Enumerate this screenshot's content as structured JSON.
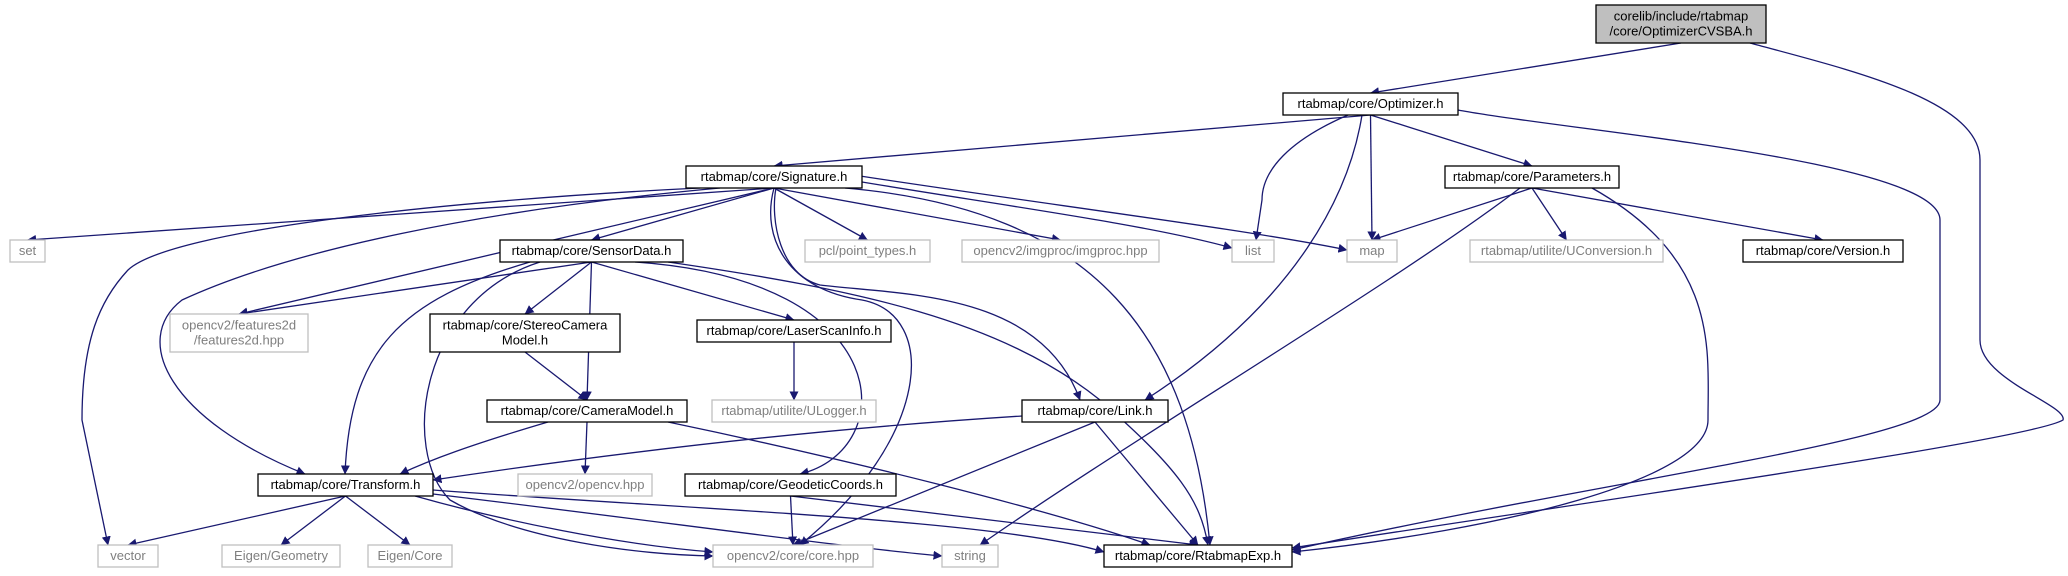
{
  "graph": {
    "colors": {
      "edge": "#191970",
      "root_fill": "#bfbfbf",
      "node_border": "#000000",
      "external_border": "#bfbfbf",
      "external_text": "#7f7f7f"
    },
    "nodes": [
      {
        "id": "root",
        "lines": [
          "corelib/include/rtabmap",
          "/core/OptimizerCVSBA.h"
        ],
        "kind": "root"
      },
      {
        "id": "optimizer",
        "lines": [
          "rtabmap/core/Optimizer.h"
        ],
        "kind": "internal"
      },
      {
        "id": "signature",
        "lines": [
          "rtabmap/core/Signature.h"
        ],
        "kind": "internal"
      },
      {
        "id": "parameters",
        "lines": [
          "rtabmap/core/Parameters.h"
        ],
        "kind": "internal"
      },
      {
        "id": "set",
        "lines": [
          "set"
        ],
        "kind": "external"
      },
      {
        "id": "sensordata",
        "lines": [
          "rtabmap/core/SensorData.h"
        ],
        "kind": "internal"
      },
      {
        "id": "pcl",
        "lines": [
          "pcl/point_types.h"
        ],
        "kind": "external"
      },
      {
        "id": "imgproc",
        "lines": [
          "opencv2/imgproc/imgproc.hpp"
        ],
        "kind": "external"
      },
      {
        "id": "list",
        "lines": [
          "list"
        ],
        "kind": "external"
      },
      {
        "id": "map",
        "lines": [
          "map"
        ],
        "kind": "external"
      },
      {
        "id": "uconversion",
        "lines": [
          "rtabmap/utilite/UConversion.h"
        ],
        "kind": "external"
      },
      {
        "id": "version",
        "lines": [
          "rtabmap/core/Version.h"
        ],
        "kind": "internal"
      },
      {
        "id": "features2d",
        "lines": [
          "opencv2/features2d",
          "/features2d.hpp"
        ],
        "kind": "external"
      },
      {
        "id": "stereocam",
        "lines": [
          "rtabmap/core/StereoCamera",
          "Model.h"
        ],
        "kind": "internal"
      },
      {
        "id": "laserscan",
        "lines": [
          "rtabmap/core/LaserScanInfo.h"
        ],
        "kind": "internal"
      },
      {
        "id": "ulogger",
        "lines": [
          "rtabmap/utilite/ULogger.h"
        ],
        "kind": "external"
      },
      {
        "id": "cameramodel",
        "lines": [
          "rtabmap/core/CameraModel.h"
        ],
        "kind": "internal"
      },
      {
        "id": "link",
        "lines": [
          "rtabmap/core/Link.h"
        ],
        "kind": "internal"
      },
      {
        "id": "transform",
        "lines": [
          "rtabmap/core/Transform.h"
        ],
        "kind": "internal"
      },
      {
        "id": "opencvhpp",
        "lines": [
          "opencv2/opencv.hpp"
        ],
        "kind": "external"
      },
      {
        "id": "geodetic",
        "lines": [
          "rtabmap/core/GeodeticCoords.h"
        ],
        "kind": "internal"
      },
      {
        "id": "vector",
        "lines": [
          "vector"
        ],
        "kind": "external"
      },
      {
        "id": "eigengeo",
        "lines": [
          "Eigen/Geometry"
        ],
        "kind": "external"
      },
      {
        "id": "eigencore",
        "lines": [
          "Eigen/Core"
        ],
        "kind": "external"
      },
      {
        "id": "corehpp",
        "lines": [
          "opencv2/core/core.hpp"
        ],
        "kind": "external"
      },
      {
        "id": "string",
        "lines": [
          "string"
        ],
        "kind": "external"
      },
      {
        "id": "rtabmapexp",
        "lines": [
          "rtabmap/core/RtabmapExp.h"
        ],
        "kind": "internal"
      }
    ],
    "edges": [
      [
        "root",
        "optimizer"
      ],
      [
        "root",
        "rtabmapexp"
      ],
      [
        "optimizer",
        "signature"
      ],
      [
        "optimizer",
        "parameters"
      ],
      [
        "optimizer",
        "list"
      ],
      [
        "optimizer",
        "map"
      ],
      [
        "optimizer",
        "link"
      ],
      [
        "optimizer",
        "rtabmapexp"
      ],
      [
        "signature",
        "set"
      ],
      [
        "signature",
        "sensordata"
      ],
      [
        "signature",
        "pcl"
      ],
      [
        "signature",
        "imgproc"
      ],
      [
        "signature",
        "list"
      ],
      [
        "signature",
        "map"
      ],
      [
        "signature",
        "features2d"
      ],
      [
        "signature",
        "vector"
      ],
      [
        "signature",
        "transform"
      ],
      [
        "signature",
        "link"
      ],
      [
        "signature",
        "corehpp"
      ],
      [
        "signature",
        "rtabmapexp"
      ],
      [
        "parameters",
        "map"
      ],
      [
        "parameters",
        "uconversion"
      ],
      [
        "parameters",
        "version"
      ],
      [
        "parameters",
        "string"
      ],
      [
        "parameters",
        "rtabmapexp"
      ],
      [
        "sensordata",
        "features2d"
      ],
      [
        "sensordata",
        "stereocam"
      ],
      [
        "sensordata",
        "laserscan"
      ],
      [
        "sensordata",
        "cameramodel"
      ],
      [
        "sensordata",
        "transform"
      ],
      [
        "sensordata",
        "corehpp"
      ],
      [
        "sensordata",
        "geodetic"
      ],
      [
        "sensordata",
        "rtabmapexp"
      ],
      [
        "stereocam",
        "cameramodel"
      ],
      [
        "laserscan",
        "ulogger"
      ],
      [
        "cameramodel",
        "transform"
      ],
      [
        "cameramodel",
        "opencvhpp"
      ],
      [
        "cameramodel",
        "rtabmapexp"
      ],
      [
        "link",
        "transform"
      ],
      [
        "link",
        "corehpp"
      ],
      [
        "link",
        "rtabmapexp"
      ],
      [
        "transform",
        "vector"
      ],
      [
        "transform",
        "eigengeo"
      ],
      [
        "transform",
        "eigencore"
      ],
      [
        "transform",
        "corehpp"
      ],
      [
        "transform",
        "string"
      ],
      [
        "transform",
        "rtabmapexp"
      ],
      [
        "geodetic",
        "corehpp"
      ],
      [
        "geodetic",
        "rtabmapexp"
      ]
    ]
  }
}
